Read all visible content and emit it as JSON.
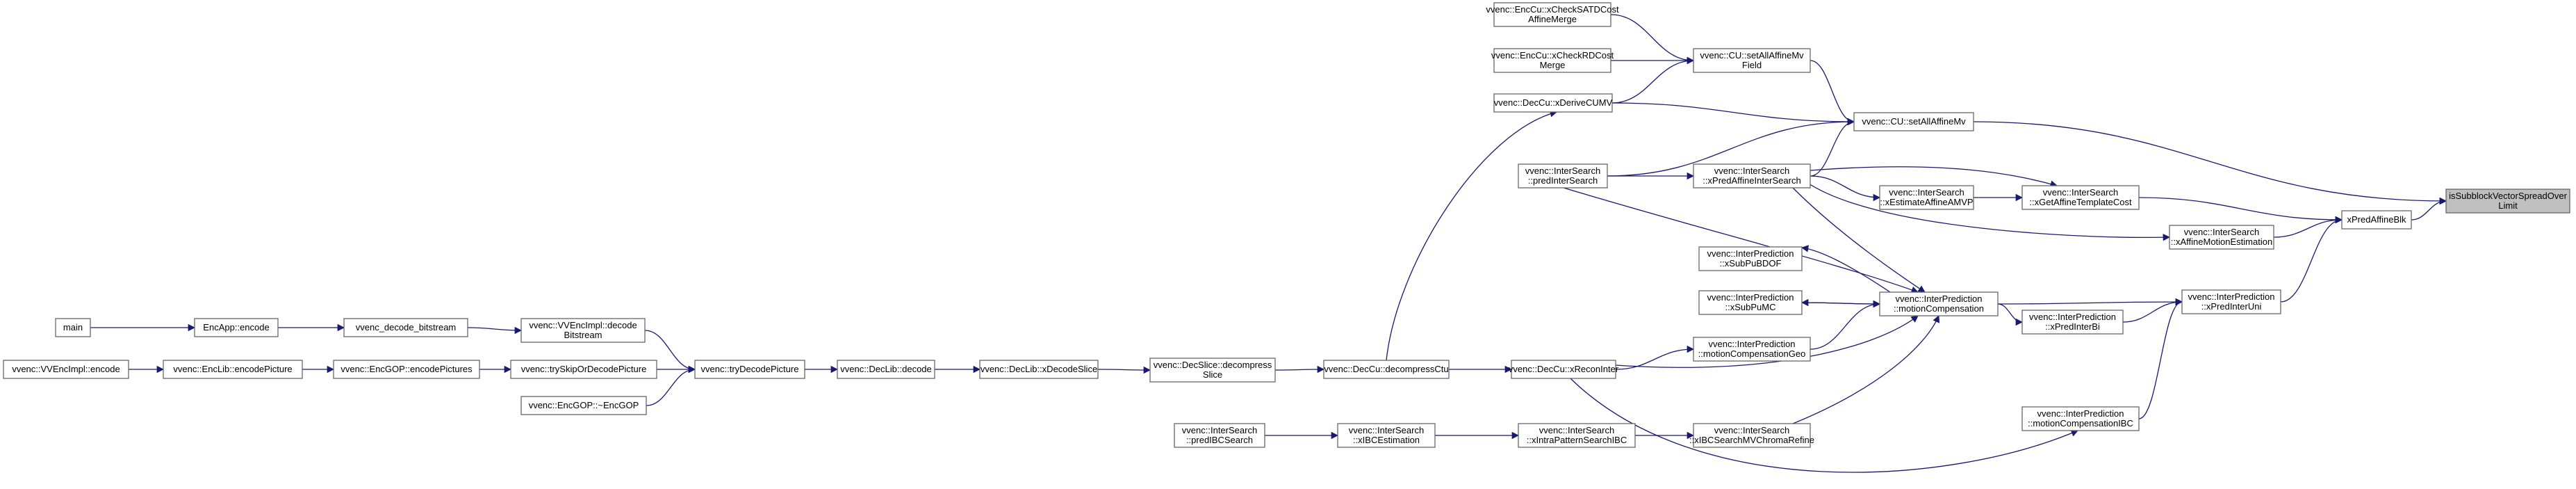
{
  "diagram": {
    "type": "call-graph",
    "colors": {
      "node_fill": "#ffffff",
      "root_fill": "#bfbfbf",
      "node_border": "#666666",
      "edge": "#191970",
      "text": "#000000"
    },
    "nodes": [
      {
        "id": "isSubblock",
        "lines": [
          "isSubblockVectorSpreadOver",
          "Limit"
        ],
        "root": true
      },
      {
        "id": "xPredAffineBlk",
        "lines": [
          "xPredAffineBlk"
        ]
      },
      {
        "id": "setAllAffineMv",
        "lines": [
          "vvenc::CU::setAllAffineMv"
        ]
      },
      {
        "id": "setAllAffineMvField",
        "lines": [
          "vvenc::CU::setAllAffineMv",
          "Field"
        ]
      },
      {
        "id": "xCheckSATD",
        "lines": [
          "vvenc::EncCu::xCheckSATDCost",
          "AffineMerge"
        ]
      },
      {
        "id": "xCheckRD",
        "lines": [
          "vvenc::EncCu::xCheckRDCost",
          "Merge"
        ]
      },
      {
        "id": "xDeriveCUMV",
        "lines": [
          "vvenc::DecCu::xDeriveCUMV"
        ]
      },
      {
        "id": "predInterSearch",
        "lines": [
          "vvenc::InterSearch",
          "::predInterSearch"
        ]
      },
      {
        "id": "xPredAffineInterSearch",
        "lines": [
          "vvenc::InterSearch",
          "::xPredAffineInterSearch"
        ]
      },
      {
        "id": "xEstimateAffineAMVP",
        "lines": [
          "vvenc::InterSearch",
          "::xEstimateAffineAMVP"
        ]
      },
      {
        "id": "xGetAffineTemplateCost",
        "lines": [
          "vvenc::InterSearch",
          "::xGetAffineTemplateCost"
        ]
      },
      {
        "id": "xAffineMotionEstimation",
        "lines": [
          "vvenc::InterSearch",
          "::xAffineMotionEstimation"
        ]
      },
      {
        "id": "xPredInterUni",
        "lines": [
          "vvenc::InterPrediction",
          "::xPredInterUni"
        ]
      },
      {
        "id": "motionCompensation",
        "lines": [
          "vvenc::InterPrediction",
          "::motionCompensation"
        ]
      },
      {
        "id": "xSubPuBDOF",
        "lines": [
          "vvenc::InterPrediction",
          "::xSubPuBDOF"
        ]
      },
      {
        "id": "xSubPuMC",
        "lines": [
          "vvenc::InterPrediction",
          "::xSubPuMC"
        ]
      },
      {
        "id": "xPredInterBi",
        "lines": [
          "vvenc::InterPrediction",
          "::xPredInterBi"
        ]
      },
      {
        "id": "motionCompensationGeo",
        "lines": [
          "vvenc::InterPrediction",
          "::motionCompensationGeo"
        ]
      },
      {
        "id": "xReconInter",
        "lines": [
          "vvenc::DecCu::xReconInter"
        ]
      },
      {
        "id": "xIBCSearchMVChromaRefine",
        "lines": [
          "vvenc::InterSearch",
          "::xIBCSearchMVChromaRefine"
        ]
      },
      {
        "id": "motionCompensationIBC",
        "lines": [
          "vvenc::InterPrediction",
          "::motionCompensationIBC"
        ]
      },
      {
        "id": "decompressCtu",
        "lines": [
          "vvenc::DecCu::decompressCtu"
        ]
      },
      {
        "id": "decompressSlice",
        "lines": [
          "vvenc::DecSlice::decompress",
          "Slice"
        ]
      },
      {
        "id": "xDecodeSlice",
        "lines": [
          "vvenc::DecLib::xDecodeSlice"
        ]
      },
      {
        "id": "decLibDecode",
        "lines": [
          "vvenc::DecLib::decode"
        ]
      },
      {
        "id": "tryDecodePicture",
        "lines": [
          "vvenc::tryDecodePicture"
        ]
      },
      {
        "id": "vvencImplDecodeBitstream",
        "lines": [
          "vvenc::VVEncImpl::decode",
          "Bitstream"
        ]
      },
      {
        "id": "trySkipOrDecodePicture",
        "lines": [
          "vvenc::trySkipOrDecodePicture"
        ]
      },
      {
        "id": "encGOPDtor",
        "lines": [
          "vvenc::EncGOP::~EncGOP"
        ]
      },
      {
        "id": "vvencDecodeBitstream",
        "lines": [
          "vvenc_decode_bitstream"
        ]
      },
      {
        "id": "encAppEncode",
        "lines": [
          "EncApp::encode"
        ]
      },
      {
        "id": "main",
        "lines": [
          "main"
        ]
      },
      {
        "id": "encodePictures",
        "lines": [
          "vvenc::EncGOP::encodePictures"
        ]
      },
      {
        "id": "encodePicture",
        "lines": [
          "vvenc::EncLib::encodePicture"
        ]
      },
      {
        "id": "vvencImplEncode",
        "lines": [
          "vvenc::VVEncImpl::encode"
        ]
      },
      {
        "id": "predIBCSearch",
        "lines": [
          "vvenc::InterSearch",
          "::predIBCSearch"
        ]
      },
      {
        "id": "xIBCEstimation",
        "lines": [
          "vvenc::InterSearch",
          "::xIBCEstimation"
        ]
      },
      {
        "id": "xIntraPatternSearchIBC",
        "lines": [
          "vvenc::InterSearch",
          "::xIntraPatternSearchIBC"
        ]
      }
    ],
    "edges": [
      {
        "from": "xPredAffineBlk",
        "to": "isSubblock"
      },
      {
        "from": "setAllAffineMv",
        "to": "isSubblock"
      },
      {
        "from": "setAllAffineMvField",
        "to": "setAllAffineMv"
      },
      {
        "from": "xCheckSATD",
        "to": "setAllAffineMvField"
      },
      {
        "from": "xCheckRD",
        "to": "setAllAffineMvField"
      },
      {
        "from": "xDeriveCUMV",
        "to": "setAllAffineMvField"
      },
      {
        "from": "xDeriveCUMV",
        "to": "setAllAffineMv"
      },
      {
        "from": "predInterSearch",
        "to": "setAllAffineMv"
      },
      {
        "from": "xPredAffineInterSearch",
        "to": "setAllAffineMv"
      },
      {
        "from": "predInterSearch",
        "to": "xPredAffineInterSearch"
      },
      {
        "from": "xPredAffineInterSearch",
        "to": "xEstimateAffineAMVP"
      },
      {
        "from": "xEstimateAffineAMVP",
        "to": "xGetAffineTemplateCost"
      },
      {
        "from": "xPredAffineInterSearch",
        "to": "xGetAffineTemplateCost"
      },
      {
        "from": "xPredAffineInterSearch",
        "to": "xAffineMotionEstimation"
      },
      {
        "from": "xGetAffineTemplateCost",
        "to": "xPredAffineBlk"
      },
      {
        "from": "xAffineMotionEstimation",
        "to": "xPredAffineBlk"
      },
      {
        "from": "xPredInterUni",
        "to": "xPredAffineBlk"
      },
      {
        "from": "motionCompensation",
        "to": "xPredInterUni"
      },
      {
        "from": "xPredInterBi",
        "to": "xPredInterUni"
      },
      {
        "from": "motionCompensationIBC",
        "to": "xPredInterUni"
      },
      {
        "from": "motionCompensation",
        "to": "xPredInterBi"
      },
      {
        "from": "motionCompensation",
        "to": "xSubPuBDOF"
      },
      {
        "from": "motionCompensation",
        "to": "xSubPuMC"
      },
      {
        "from": "xSubPuMC",
        "to": "motionCompensation"
      },
      {
        "from": "predInterSearch",
        "to": "motionCompensation"
      },
      {
        "from": "xPredAffineInterSearch",
        "to": "motionCompensation"
      },
      {
        "from": "motionCompensationGeo",
        "to": "motionCompensation"
      },
      {
        "from": "xReconInter",
        "to": "motionCompensation"
      },
      {
        "from": "xIBCSearchMVChromaRefine",
        "to": "motionCompensation"
      },
      {
        "from": "xReconInter",
        "to": "motionCompensationGeo"
      },
      {
        "from": "xReconInter",
        "to": "motionCompensationIBC"
      },
      {
        "from": "decompressCtu",
        "to": "xReconInter"
      },
      {
        "from": "decompressCtu",
        "to": "xDeriveCUMV"
      },
      {
        "from": "decompressSlice",
        "to": "decompressCtu"
      },
      {
        "from": "xDecodeSlice",
        "to": "decompressSlice"
      },
      {
        "from": "decLibDecode",
        "to": "xDecodeSlice"
      },
      {
        "from": "tryDecodePicture",
        "to": "decLibDecode"
      },
      {
        "from": "vvencImplDecodeBitstream",
        "to": "tryDecodePicture"
      },
      {
        "from": "trySkipOrDecodePicture",
        "to": "tryDecodePicture"
      },
      {
        "from": "encGOPDtor",
        "to": "tryDecodePicture"
      },
      {
        "from": "vvencDecodeBitstream",
        "to": "vvencImplDecodeBitstream"
      },
      {
        "from": "encAppEncode",
        "to": "vvencDecodeBitstream"
      },
      {
        "from": "main",
        "to": "encAppEncode"
      },
      {
        "from": "encodePictures",
        "to": "trySkipOrDecodePicture"
      },
      {
        "from": "encodePicture",
        "to": "encodePictures"
      },
      {
        "from": "vvencImplEncode",
        "to": "encodePicture"
      },
      {
        "from": "predIBCSearch",
        "to": "xIBCEstimation"
      },
      {
        "from": "xIBCEstimation",
        "to": "xIntraPatternSearchIBC"
      },
      {
        "from": "xIntraPatternSearchIBC",
        "to": "xIBCSearchMVChromaRefine"
      }
    ]
  }
}
